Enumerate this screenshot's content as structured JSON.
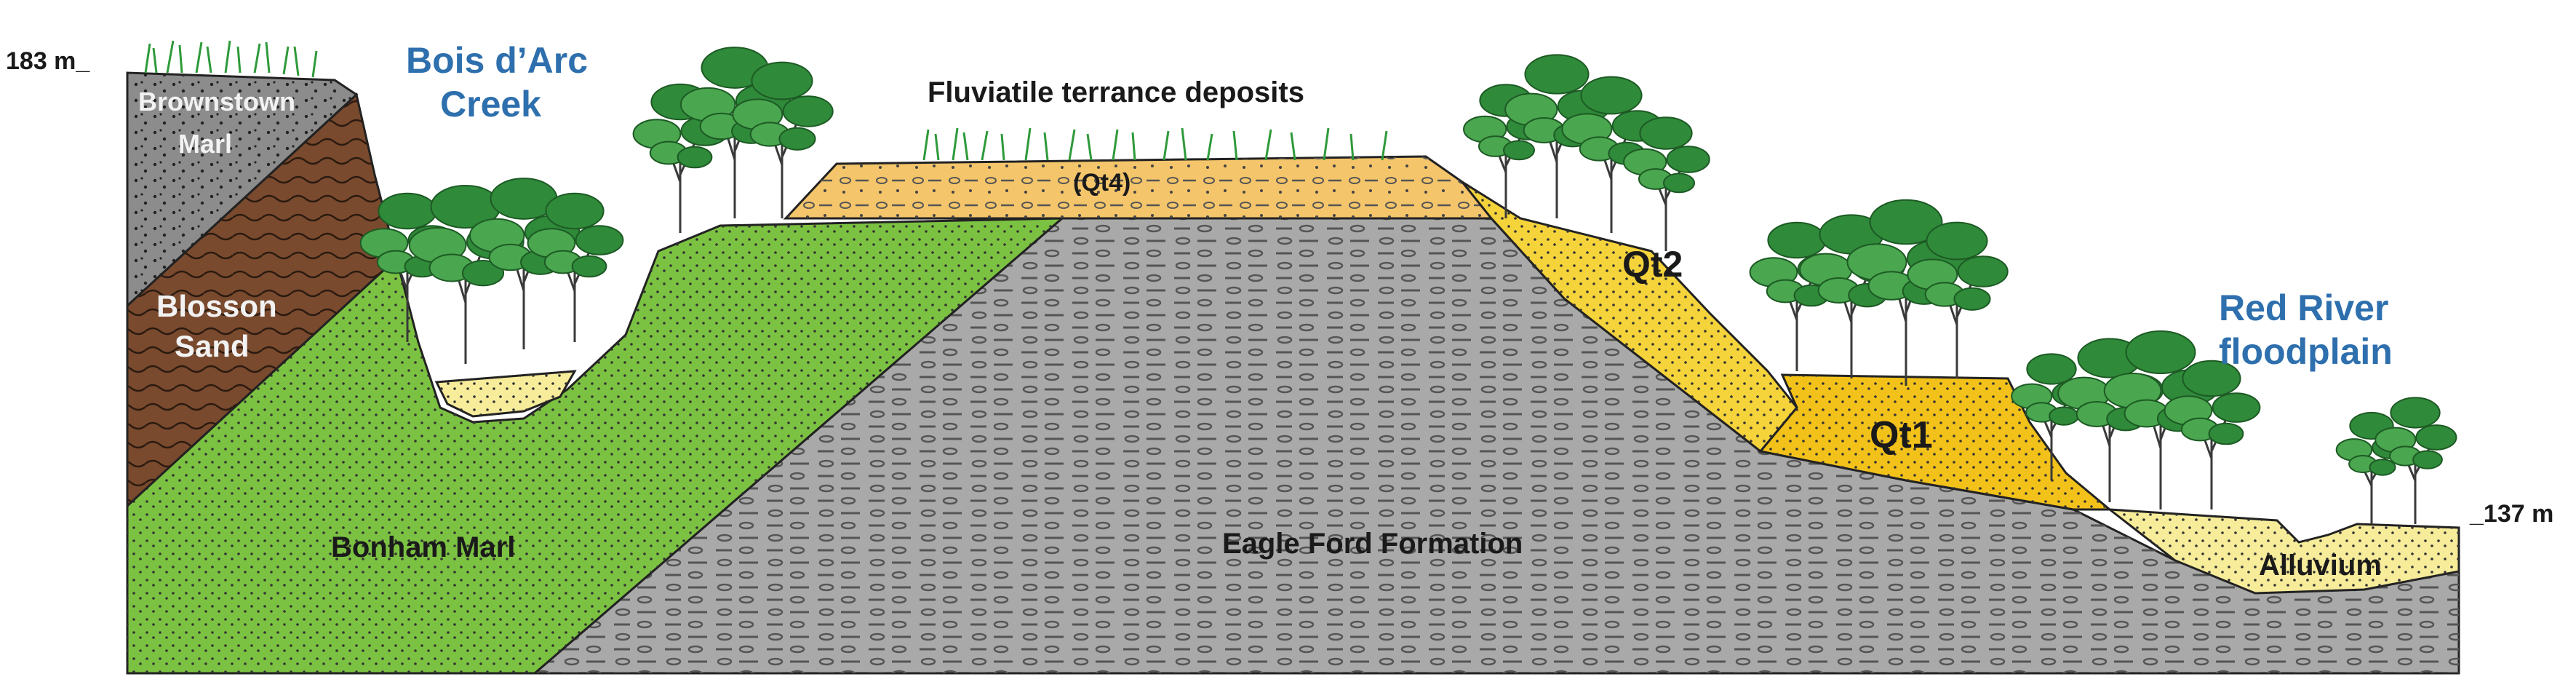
{
  "elevation": {
    "top": "183 m_",
    "bottom": "_137 m"
  },
  "places": {
    "creek": [
      "Bois d’Arc",
      "Creek"
    ],
    "floodplain": [
      "Red River",
      "floodplain"
    ]
  },
  "units": {
    "brownstown": [
      "Brownstown",
      "Marl"
    ],
    "blosson": [
      "Blosson",
      "Sand"
    ],
    "bonham": "Bonham Marl",
    "eagle_ford": "Eagle Ford Formation",
    "terrace_title": "Fluviatile terrance deposits",
    "qt4": "(Qt4)",
    "qt2": "Qt2",
    "qt1": "Qt1",
    "alluvium": "Alluvium"
  },
  "colors": {
    "brownstown": "#8c8c8c",
    "blosson": "#7a4a2e",
    "bonham": "#7cc242",
    "eagle_ford": "#a9a9a9",
    "qt4": "#f4c56a",
    "qt2": "#f5d33b",
    "qt1": "#f3c21a",
    "alluvium": "#f7ec9a",
    "label_blue": "#2e6fad",
    "tree_green": "#2f8a3a"
  }
}
